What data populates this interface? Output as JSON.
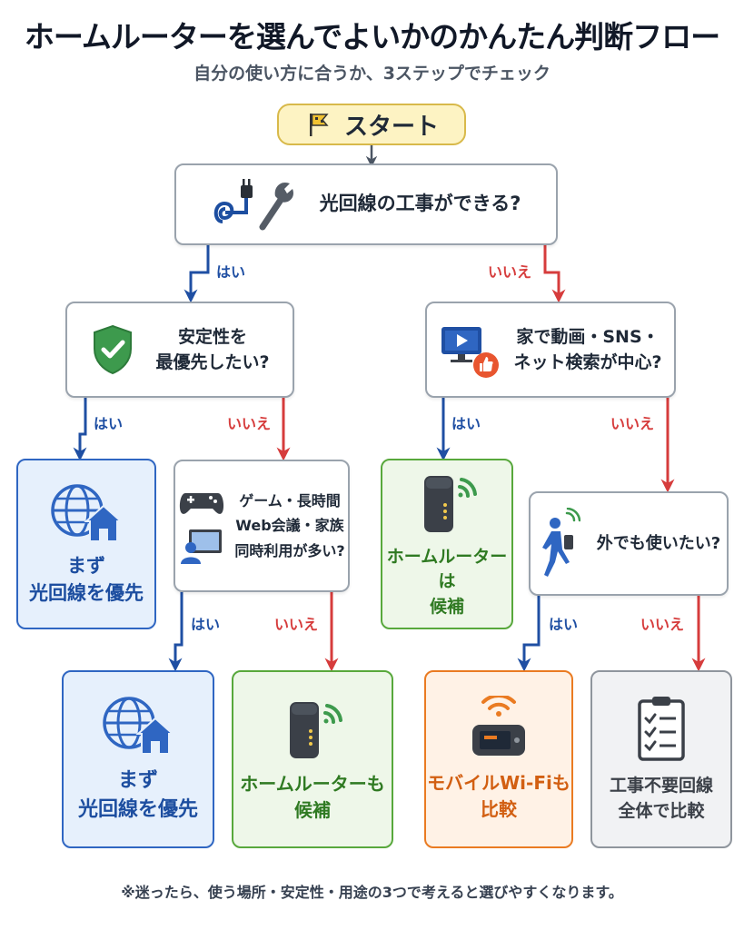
{
  "title": "ホームルーターを選んでよいかのかんたん判断フロー",
  "subtitle": "自分の使い方に合うか、3ステップでチェック",
  "start": {
    "label": "スタート",
    "icon": "flag-icon"
  },
  "questions": {
    "q1": "光回線の工事ができる?",
    "q2_line1": "安定性を",
    "q2_line2": "最優先したい?",
    "q3_line1": "家で動画・SNS・",
    "q3_line2": "ネット検索が中心?",
    "q4_line1": "ゲーム・長時間",
    "q4_line2": "Web会議・家族",
    "q4_line3": "同時利用が多い?",
    "q5": "外でも使いたい?"
  },
  "answers": {
    "yes": "はい",
    "no": "いいえ"
  },
  "results": {
    "fiber_line1": "まず",
    "fiber_line2": "光回線を優先",
    "home_router_candidate_line1": "ホームルーターは",
    "home_router_candidate_line2": "候補",
    "home_router_also_line1": "ホームルーターも",
    "home_router_also_line2": "候補",
    "mobile_wifi_line1": "モバイルWi-Fiも",
    "mobile_wifi_line2": "比較",
    "no_construction_line1": "工事不要回線",
    "no_construction_line2": "全体で比較"
  },
  "footnote": "※迷ったら、使う場所・安定性・用途の3つで考えると選びやすくなります。",
  "colors": {
    "yes_arrow": "#1f4fa3",
    "no_arrow": "#d63c3c",
    "start_arrow": "#4b5563",
    "blue": "#2f66c2",
    "green": "#58a83c",
    "orange": "#ea7b22",
    "gray": "#8f959d"
  }
}
